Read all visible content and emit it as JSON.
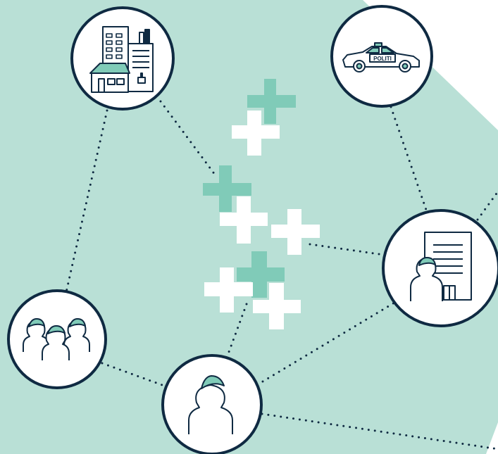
{
  "colors": {
    "background_panel": "#b9e0d6",
    "page": "#ffffff",
    "outline": "#0f2a42",
    "accent": "#80cbb8",
    "cross_white": "#ffffff",
    "cross_teal": "#80cbb8"
  },
  "nodes": [
    {
      "id": "building",
      "icon": "building-icon"
    },
    {
      "id": "police",
      "icon": "police-car-icon",
      "label": "POLITI"
    },
    {
      "id": "caseworker",
      "icon": "document-person-icon"
    },
    {
      "id": "family",
      "icon": "group-icon"
    },
    {
      "id": "citizen",
      "icon": "person-icon"
    }
  ],
  "connections": [
    [
      "building",
      "crosses"
    ],
    [
      "building",
      "family"
    ],
    [
      "police",
      "caseworker"
    ],
    [
      "crosses",
      "caseworker"
    ],
    [
      "crosses",
      "citizen"
    ],
    [
      "family",
      "citizen"
    ],
    [
      "citizen",
      "caseworker"
    ],
    [
      "citizen",
      "offscreen-bottom-right"
    ],
    [
      "caseworker",
      "offscreen-right"
    ]
  ]
}
